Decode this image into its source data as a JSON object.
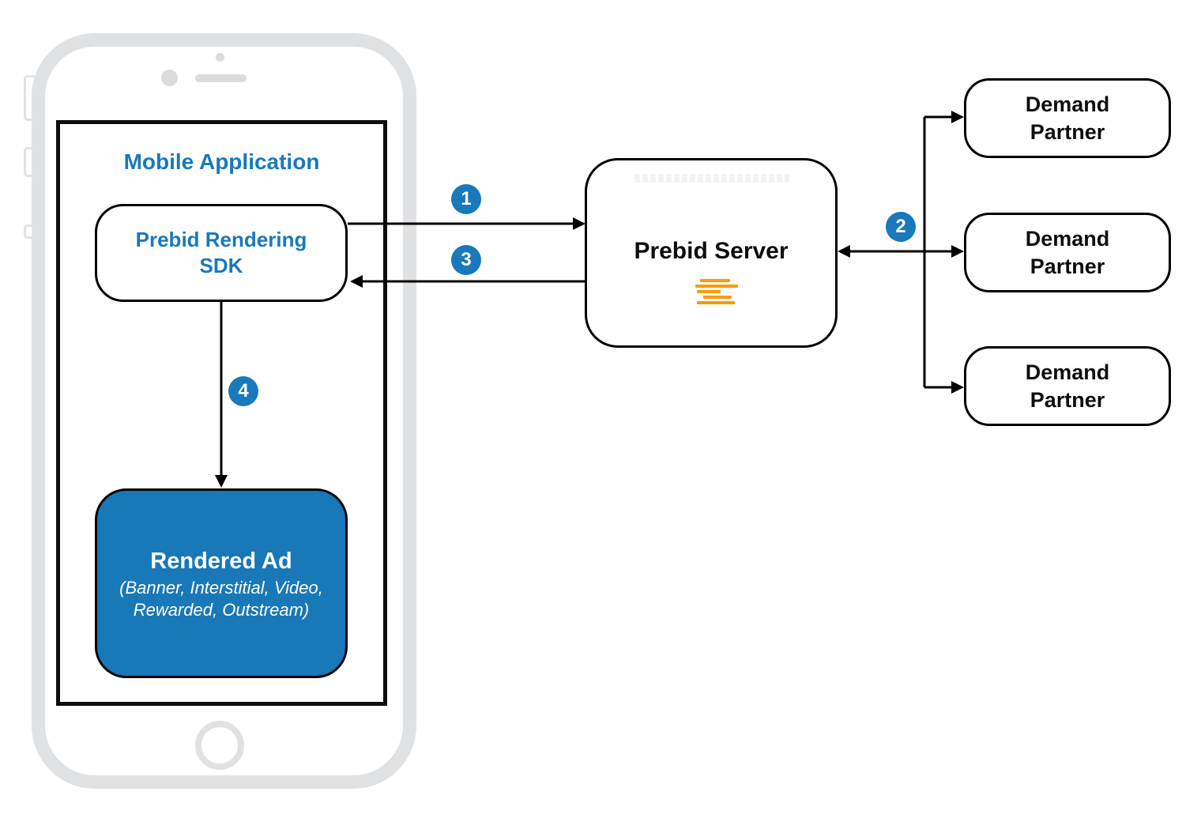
{
  "colors": {
    "accent_blue": "#1879BC",
    "fill_blue": "#1878B8",
    "logo_orange": "#FB9A00",
    "line_black": "#000000",
    "phone_gray": "#DFE1E3"
  },
  "mobile_app": {
    "title": "Mobile Application"
  },
  "sdk": {
    "line1": "Prebid Rendering",
    "line2": "SDK"
  },
  "rendered_ad": {
    "title": "Rendered Ad",
    "subtitle1": "(Banner, Interstitial, Video,",
    "subtitle2": "Rewarded, Outstream)"
  },
  "server": {
    "label": "Prebid Server",
    "logo_icon": "prebid-logo"
  },
  "demand_partners": [
    {
      "line1": "Demand",
      "line2": "Partner"
    },
    {
      "line1": "Demand",
      "line2": "Partner"
    },
    {
      "line1": "Demand",
      "line2": "Partner"
    }
  ],
  "steps": {
    "s1": "1",
    "s2": "2",
    "s3": "3",
    "s4": "4"
  }
}
